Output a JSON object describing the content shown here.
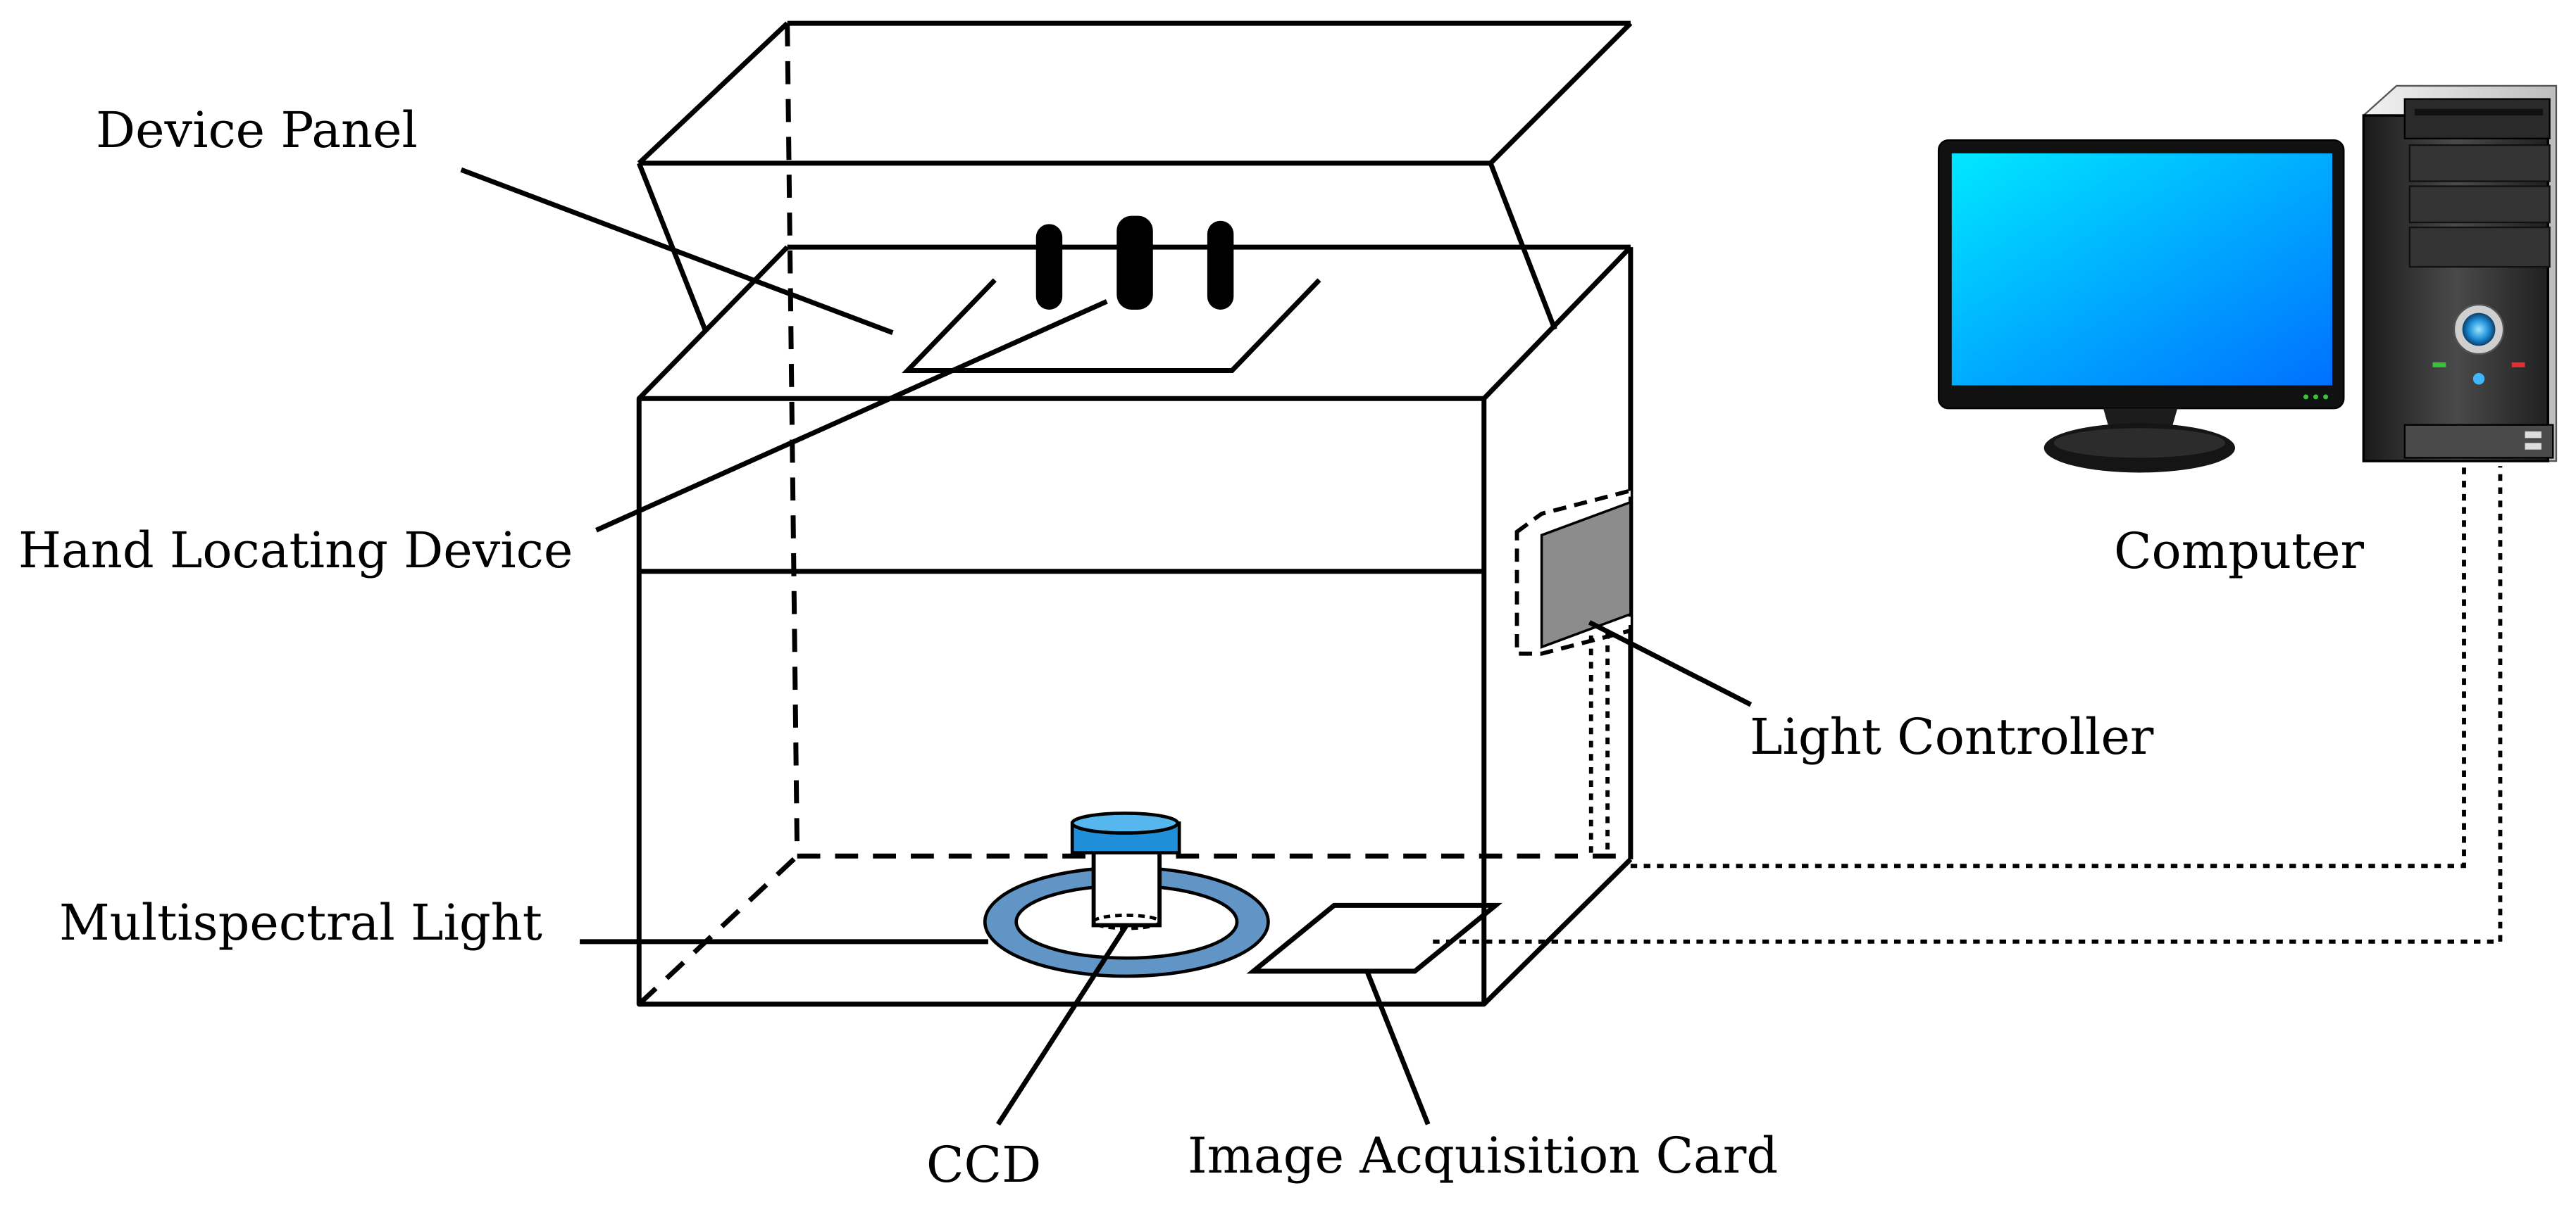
{
  "labels": {
    "device_panel": "Device Panel",
    "hand_locating_device": "Hand Locating Device",
    "multispectral_light": "Multispectral Light",
    "ccd": "CCD",
    "image_acquisition_card": "Image Acquisition Card",
    "light_controller": "Light Controller",
    "computer": "Computer"
  },
  "colors": {
    "line": "#000000",
    "ring_fill": "#6095c6",
    "ccd_cap": "#1e8fd8",
    "light_controller_fill": "#8c8c8c",
    "screen_top": "#00e8ff",
    "screen_bottom": "#0070ff",
    "monitor_bezel": "#111111",
    "tower_body": "#3a3a3a"
  },
  "icons": [
    "monitor-icon",
    "computer-tower-icon"
  ]
}
